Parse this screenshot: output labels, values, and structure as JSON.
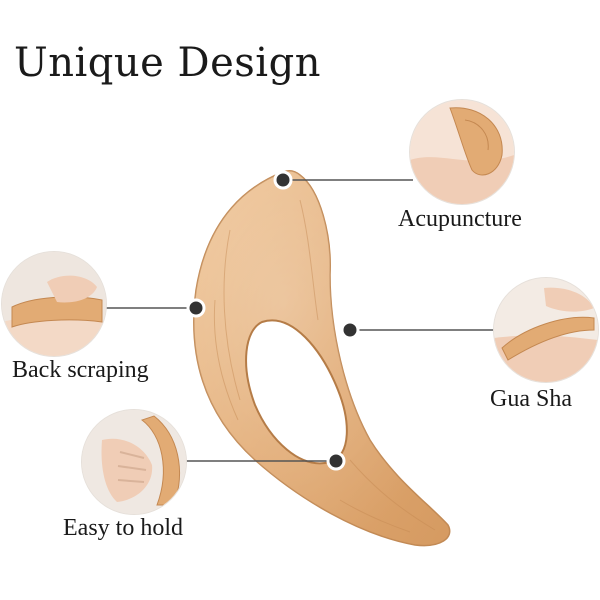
{
  "headline": "Unique Design",
  "features": {
    "acupuncture": "Acupuncture",
    "back_scraping": "Back scraping",
    "gua_sha": "Gua Sha",
    "easy_to_hold": "Easy to hold"
  },
  "colors": {
    "wood_light": "#e9b883",
    "wood_mid": "#d9a06a",
    "wood_dark": "#c48851",
    "skin": "#f0cdb6",
    "connector": "#555555",
    "dot": "#333333"
  }
}
